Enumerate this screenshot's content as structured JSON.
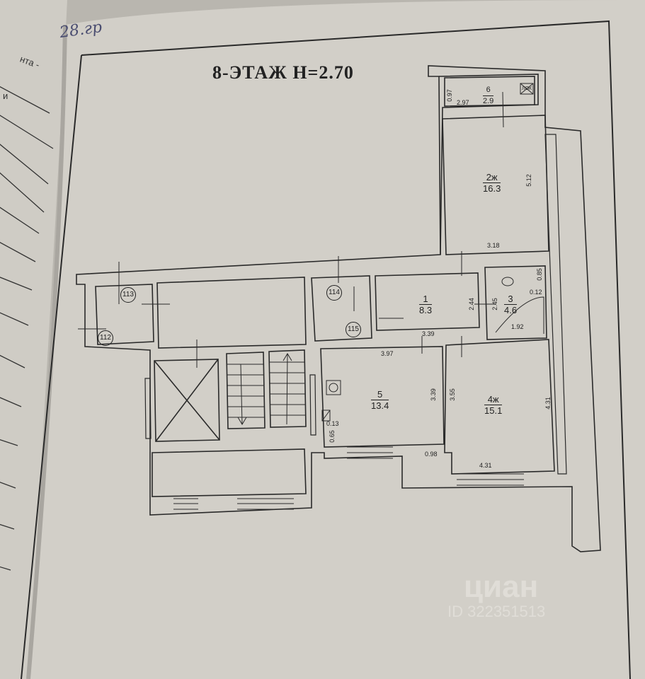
{
  "document": {
    "title": "8-ЭТАЖ  H=2.70",
    "handwritten_note": "28.гр",
    "left_page_fragments": [
      "нта -",
      "и"
    ],
    "rooms": [
      {
        "num": "6",
        "area": "2.9"
      },
      {
        "num": "2ж",
        "area": "16.3"
      },
      {
        "num": "1",
        "area": "8.3"
      },
      {
        "num": "3",
        "area": "4.6"
      },
      {
        "num": "5",
        "area": "13.4"
      },
      {
        "num": "4ж",
        "area": "15.1"
      }
    ],
    "dimensions": {
      "balcony_depth": "0.97",
      "balcony_width": "2.97",
      "r2_length": "5.12",
      "r2_width": "3.18",
      "r1_height": "2.44",
      "r3_height": "2.45",
      "r3_a": "0.85",
      "r3_b": "0.12",
      "r3_width": "1.92",
      "r1_width": "3.39",
      "r5_width": "3.97",
      "r5_height": "3.39",
      "r5_a": "0.13",
      "r5_b": "0.65",
      "r4_left": "3.55",
      "r4_right": "4.31",
      "r4_bottom": "4.31",
      "r4_step": "0.98"
    },
    "balcony_tag": "ЛОК",
    "shafts": [
      "113",
      "112",
      "114",
      "115"
    ],
    "watermark": {
      "brand": "циан",
      "id": "ID 322351513"
    }
  }
}
